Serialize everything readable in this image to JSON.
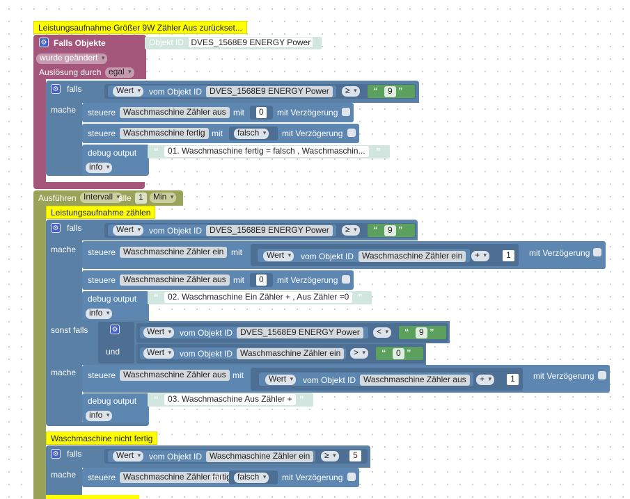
{
  "b1": {
    "comment": "Leistungsaufnahme Größer 9W Zähler Aus zurückset...",
    "trigger_label": "Falls Objekte",
    "trigger_objid_label": "Objekt ID",
    "trigger_objid": "DVES_1568E9 ENERGY  Power",
    "changed": "wurde geändert",
    "ausloesung_label": "Auslösung durch",
    "ausloesung_value": "egal",
    "if_label": "falls",
    "do_label": "mache",
    "cond": {
      "value": "Wert",
      "objid_label": "vom Objekt ID",
      "objid": "DVES_1568E9 ENERGY  Power",
      "op": "≥",
      "num": "9"
    },
    "s1": {
      "steuere": "steuere",
      "target": "Waschmaschine Zähler aus",
      "mit": "mit",
      "value": "0",
      "delay": "mit Verzögerung"
    },
    "s2": {
      "steuere": "steuere",
      "target": "Waschmaschine fertig",
      "mit": "mit",
      "value": "falsch",
      "delay": "mit Verzögerung"
    },
    "dbg": {
      "label": "debug output",
      "text": "01. Waschmaschine fertig = falsch , Waschmaschin...",
      "level": "info"
    }
  },
  "b2": {
    "run_label": "Ausführen",
    "mode": "Intervall",
    "every_label": "alle",
    "every_value": "1",
    "unit": "Min",
    "comment1": "Leistungsaufnahme zählen",
    "if_label": "falls",
    "do_label": "mache",
    "elseif_label": "sonst falls",
    "and_label": "und",
    "c1": {
      "value": "Wert",
      "objid_label": "vom Objekt ID",
      "objid": "DVES_1568E9 ENERGY  Power",
      "op": "≥",
      "num": "9"
    },
    "s1": {
      "steuere": "steuere",
      "target": "Waschmaschine Zähler ein",
      "mit": "mit",
      "value": "Wert",
      "objid_label": "vom Objekt ID",
      "objid": "Waschmaschine Zähler ein",
      "op": "+",
      "num": "1",
      "delay": "mit Verzögerung"
    },
    "s2": {
      "steuere": "steuere",
      "target": "Waschmaschine Zähler aus",
      "mit": "mit",
      "value": "0",
      "delay": "mit Verzögerung"
    },
    "dbg1": {
      "label": "debug output",
      "text": "02. Waschmaschine Ein Zähler + , Aus Zähler =0",
      "level": "info"
    },
    "c2": {
      "value": "Wert",
      "objid_label": "vom Objekt ID",
      "objid": "DVES_1568E9 ENERGY  Power",
      "op": "<",
      "num": "9"
    },
    "c3": {
      "value": "Wert",
      "objid_label": "vom Objekt ID",
      "objid": "Waschmaschine Zähler ein",
      "op": ">",
      "num": "0"
    },
    "s3": {
      "steuere": "steuere",
      "target": "Waschmaschine Zähler aus",
      "mit": "mit",
      "value": "Wert",
      "objid_label": "vom Objekt ID",
      "objid": "Waschmaschine Zähler aus",
      "op": "+",
      "num": "1",
      "delay": "mit Verzögerung"
    },
    "dbg2": {
      "label": "debug output",
      "text": "03. Waschmaschine Aus Zähler +",
      "level": "info"
    },
    "comment2": "Waschmaschine nicht fertig",
    "c4": {
      "value": "Wert",
      "objid_label": "vom Objekt ID",
      "objid": "Waschmaschine Zähler ein",
      "op": "≥",
      "num": "5"
    },
    "s4": {
      "steuere": "steuere",
      "target": "Waschmaschine Zähler fertig",
      "mit": "mit",
      "value": "falsch",
      "delay": "mit Verzögerung"
    }
  },
  "icons": {
    "gear": "gear-icon",
    "checkbox": "checkbox-icon",
    "quote": "quote-icon"
  }
}
